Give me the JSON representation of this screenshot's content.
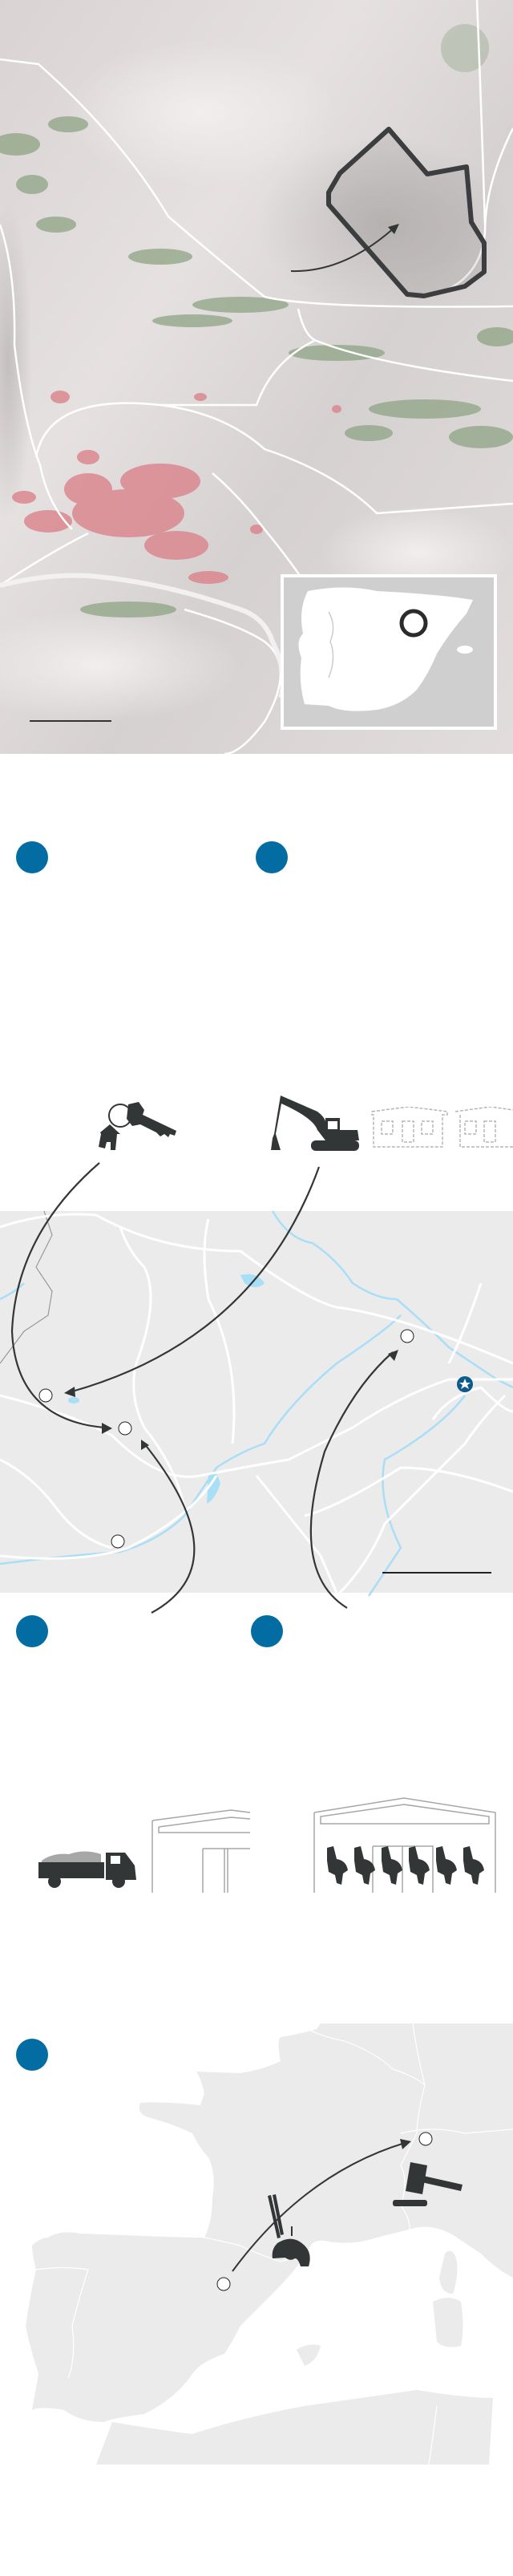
{
  "colors": {
    "accent": "#036ca3",
    "terrain": "#dcd8d8",
    "land": "#ebebeb",
    "water": "#a9def7",
    "roads": "#ffffff",
    "icons": "#333637",
    "town": "#d9838a",
    "vegetation": "#8ea383"
  },
  "sections": [
    {
      "name": "site-map",
      "icons": [
        "site-outline",
        "arrow",
        "locator-inset",
        "scale-bar"
      ]
    },
    {
      "name": "steps-1-2",
      "markers": 2,
      "icons": [
        "house-key-icon",
        "excavator-icon",
        "prefab-houses-icon"
      ]
    },
    {
      "name": "regional-map",
      "icons": [
        "location-circle",
        "capital-star-icon",
        "scale-bar"
      ]
    },
    {
      "name": "steps-3-4",
      "markers": 2,
      "icons": [
        "dump-truck-icon",
        "warehouse-icon",
        "warehouse-figures-icon"
      ]
    },
    {
      "name": "europe-map",
      "markers": 1,
      "icons": [
        "helmet-icon",
        "gavel-icon"
      ]
    }
  ]
}
